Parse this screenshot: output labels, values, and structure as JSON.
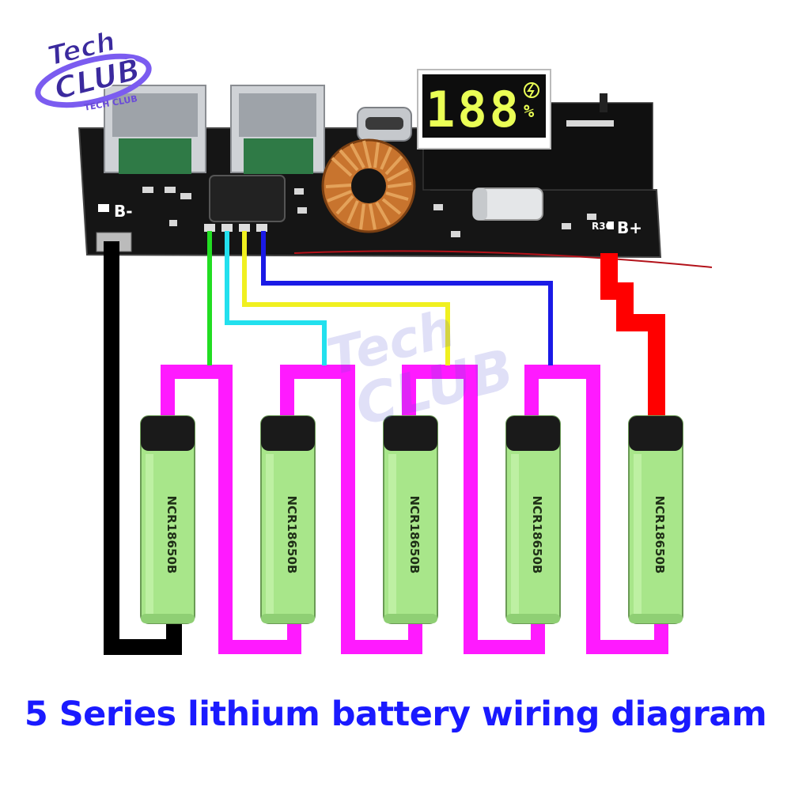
{
  "logo": {
    "line1": "Tech",
    "line2": "CLUB",
    "sub": "TECH CLUB"
  },
  "board": {
    "display_digits": "188",
    "display_unit": "%",
    "label_bminus": "B-",
    "label_bplus": "B+",
    "label_r30": "R30"
  },
  "batteries": [
    {
      "label": "NCR18650B"
    },
    {
      "label": "NCR18650B"
    },
    {
      "label": "NCR18650B"
    },
    {
      "label": "NCR18650B"
    },
    {
      "label": "NCR18650B"
    }
  ],
  "wire_colors": {
    "negative": "#000000",
    "series": "#ff1aff",
    "tap1": "#22dd22",
    "tap2": "#22e0ee",
    "tap3": "#f0f020",
    "tap4": "#1a1ae6",
    "positive": "#ff0000"
  },
  "caption": "5 Series lithium battery wiring diagram"
}
